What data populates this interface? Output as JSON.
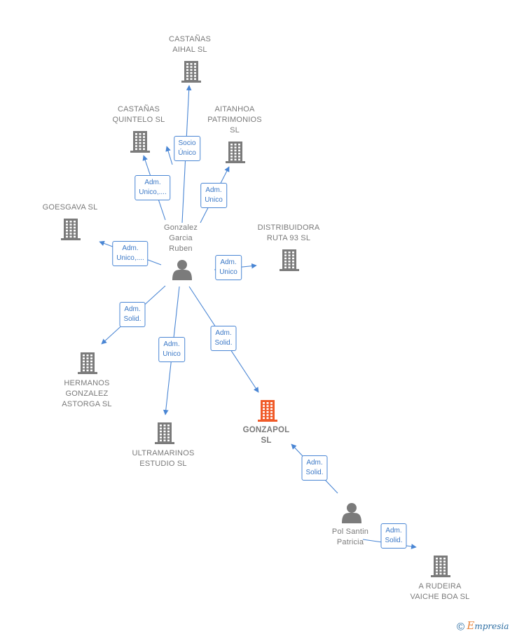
{
  "colors": {
    "edge": "#4a86d4",
    "icon": "#7b7b7b",
    "focus_icon": "#f05a28",
    "label": "#7a7a7a"
  },
  "nodes": [
    {
      "id": "castanas-aihal",
      "type": "company",
      "label": "CASTAÑAS\nAIHAL  SL"
    },
    {
      "id": "castanas-quintelo",
      "type": "company",
      "label": "CASTAÑAS\nQUINTELO  SL"
    },
    {
      "id": "aitanhoa",
      "type": "company",
      "label": "AITANHOA\nPATRIMONIOS\nSL"
    },
    {
      "id": "goesgava",
      "type": "company",
      "label": "GOESGAVA  SL"
    },
    {
      "id": "distribuidora",
      "type": "company",
      "label": "DISTRIBUIDORA\nRUTA 93 SL"
    },
    {
      "id": "gonzalez",
      "type": "person",
      "label": "Gonzalez\nGarcia\nRuben"
    },
    {
      "id": "hermanos",
      "type": "company",
      "label": "HERMANOS\nGONZALEZ\nASTORGA  SL"
    },
    {
      "id": "ultramarinos",
      "type": "company",
      "label": "ULTRAMARINOS\nESTUDIO  SL"
    },
    {
      "id": "gonzapol",
      "type": "company",
      "label": "GONZAPOL\nSL",
      "focus": true
    },
    {
      "id": "pol-santin",
      "type": "person",
      "label": "Pol Santin\nPatricia"
    },
    {
      "id": "a-rudeira",
      "type": "company",
      "label": "A RUDEIRA\nVAICHE BOA SL"
    }
  ],
  "edges": [
    {
      "from": "gonzalez",
      "to": "castanas-aihal",
      "label": "Socio\nÚnico"
    },
    {
      "from": "gonzalez",
      "to": "castanas-quintelo",
      "label": "Adm.\nUnico,...."
    },
    {
      "from": "gonzalez",
      "to": "castanas-quintelo",
      "label": ""
    },
    {
      "from": "gonzalez",
      "to": "aitanhoa",
      "label": "Adm.\nUnico"
    },
    {
      "from": "gonzalez",
      "to": "goesgava",
      "label": "Adm.\nUnico,...."
    },
    {
      "from": "gonzalez",
      "to": "distribuidora",
      "label": "Adm.\nUnico"
    },
    {
      "from": "gonzalez",
      "to": "hermanos",
      "label": "Adm.\nSolid."
    },
    {
      "from": "gonzalez",
      "to": "ultramarinos",
      "label": "Adm.\nUnico"
    },
    {
      "from": "gonzalez",
      "to": "gonzapol",
      "label": "Adm.\nSolid."
    },
    {
      "from": "pol-santin",
      "to": "gonzapol",
      "label": "Adm.\nSolid."
    },
    {
      "from": "pol-santin",
      "to": "a-rudeira",
      "label": "Adm.\nSolid."
    }
  ],
  "footer": {
    "copyright": "©",
    "brand_initial": "E",
    "brand_rest": "mpresia"
  }
}
